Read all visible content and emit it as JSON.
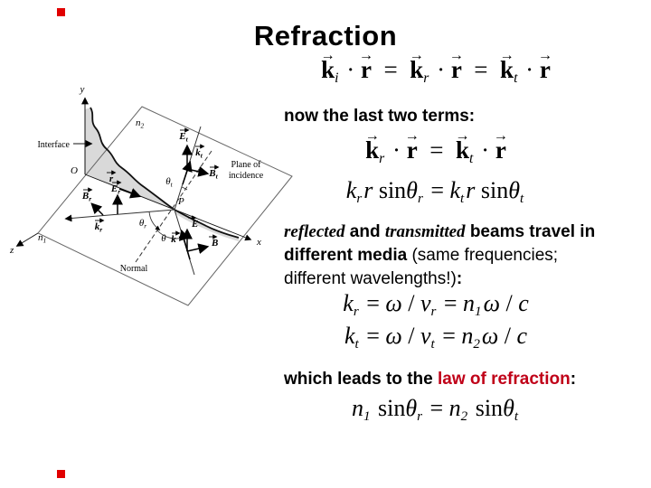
{
  "slide": {
    "title": "Refraction",
    "accent_red": "#c00018",
    "corner_marker_color": "#e10000",
    "now_text": "now the last two terms:",
    "paragraph": [
      {
        "style": "si",
        "text": "reflected"
      },
      {
        "style": "b",
        "text": " and "
      },
      {
        "style": "si",
        "text": "transmitted"
      },
      {
        "style": "b",
        "text": " beams travel in"
      },
      {
        "style": "br",
        "text": ""
      },
      {
        "style": "b",
        "text": "different media "
      },
      {
        "style": "n",
        "text": "(same frequencies;"
      },
      {
        "style": "br",
        "text": ""
      },
      {
        "style": "n",
        "text": "different wavelengths!)"
      },
      {
        "style": "b",
        "text": ":"
      }
    ],
    "which_text": [
      {
        "style": "b",
        "text": "which leads to the "
      },
      {
        "style": "red",
        "text": "law of refraction"
      },
      {
        "style": "b",
        "text": ":"
      }
    ],
    "equations": {
      "eq_kir": [
        {
          "v": "k"
        },
        {
          "s": "i"
        },
        {
          "r": " · "
        },
        {
          "v": "r"
        },
        {
          "r": "  =  "
        },
        {
          "v": "k"
        },
        {
          "s": "r"
        },
        {
          "r": " · "
        },
        {
          "v": "r"
        },
        {
          "r": "  =  "
        },
        {
          "v": "k"
        },
        {
          "s": "t"
        },
        {
          "r": " · "
        },
        {
          "v": "r"
        }
      ],
      "eq_krt": [
        {
          "v": "k"
        },
        {
          "s": "r"
        },
        {
          "r": " · "
        },
        {
          "v": "r"
        },
        {
          "r": "  =  "
        },
        {
          "v": "k"
        },
        {
          "s": "t"
        },
        {
          "r": " · "
        },
        {
          "v": "r"
        }
      ],
      "eq_sin": [
        {
          "i": "k"
        },
        {
          "s": "r"
        },
        {
          "i": "r"
        },
        {
          "r": " sin"
        },
        {
          "i": "θ"
        },
        {
          "s": "r"
        },
        {
          "r": " = "
        },
        {
          "i": "k"
        },
        {
          "s": "t"
        },
        {
          "i": "r"
        },
        {
          "r": " sin"
        },
        {
          "i": "θ"
        },
        {
          "s": "t"
        }
      ],
      "eq_kr_omega": [
        {
          "i": "k"
        },
        {
          "s": "r"
        },
        {
          "r": " = "
        },
        {
          "i": "ω"
        },
        {
          "r": " / "
        },
        {
          "i": "v"
        },
        {
          "s": "r"
        },
        {
          "r": " = "
        },
        {
          "i": "n"
        },
        {
          "s": "1"
        },
        {
          "i": "ω"
        },
        {
          "r": " / "
        },
        {
          "i": "c"
        }
      ],
      "eq_kt_omega": [
        {
          "i": "k"
        },
        {
          "s": "t"
        },
        {
          "r": " = "
        },
        {
          "i": "ω"
        },
        {
          "r": " / "
        },
        {
          "i": "v"
        },
        {
          "s": "t"
        },
        {
          "r": " = "
        },
        {
          "i": "n"
        },
        {
          "s": "2"
        },
        {
          "i": "ω"
        },
        {
          "r": " / "
        },
        {
          "i": "c"
        }
      ],
      "eq_snell": [
        {
          "i": "n"
        },
        {
          "s": "1"
        },
        {
          "r": " sin"
        },
        {
          "i": "θ"
        },
        {
          "s": "r"
        },
        {
          "r": " = "
        },
        {
          "i": "n"
        },
        {
          "s": "2"
        },
        {
          "r": " sin"
        },
        {
          "i": "θ"
        },
        {
          "s": "t"
        }
      ]
    }
  },
  "glyphs": {
    "vector_arrow": "→"
  },
  "diagram": {
    "axis_y": "y",
    "axis_x": "x",
    "axis_z": "z",
    "origin": "O",
    "point": "P",
    "interface": "Interface",
    "normal": "Normal",
    "plane_of_incidence_1": "Plane of",
    "plane_of_incidence_2": "incidence",
    "n_upper": "n",
    "n_upper_sub": "2",
    "n_lower": "n",
    "n_lower_sub": "1",
    "r_vec": "r",
    "e_t": "E",
    "e_t_sub": "t",
    "k_t": "k",
    "k_t_sub": "t",
    "b_t": "B",
    "b_t_sub": "t",
    "e_r": "E",
    "e_r_sub": "r",
    "k_r": "k",
    "k_r_sub": "r",
    "b_r": "B",
    "b_r_sub": "r",
    "e_i": "E",
    "k_i": "k",
    "b_i": "B",
    "theta_t": "θ",
    "theta_t_sub": "t",
    "theta_r": "θ",
    "theta_r_sub": "r",
    "theta_i": "θ"
  }
}
